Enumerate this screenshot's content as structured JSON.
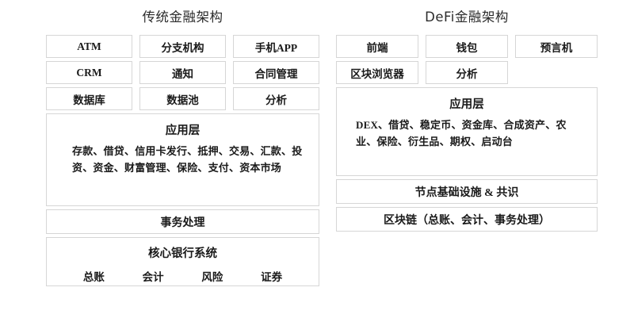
{
  "traditional": {
    "title": "传统金融架构",
    "grid_rows": [
      [
        "ATM",
        "分支机构",
        "手机APP"
      ],
      [
        "CRM",
        "通知",
        "合同管理"
      ],
      [
        "数据库",
        "数据池",
        "分析"
      ]
    ],
    "application_layer": {
      "title": "应用层",
      "body": "存款、借贷、信用卡发行、抵押、交易、汇款、投资、资金、财富管理、保险、支付、资本市场"
    },
    "transaction_bar": "事务处理",
    "core_system": {
      "title": "核心银行系统",
      "items": [
        "总账",
        "会计",
        "风险",
        "证券"
      ]
    }
  },
  "defi": {
    "title": "DeFi金融架构",
    "grid_rows": [
      [
        "前端",
        "钱包",
        "预言机"
      ],
      [
        "区块浏览器",
        "分析"
      ]
    ],
    "application_layer": {
      "title": "应用层",
      "body": "DEX、借贷、稳定币、资金库、合成资产、农业、保险、衍生品、期权、启动台"
    },
    "node_bar": "节点基础设施 & 共识",
    "blockchain_bar": "区块链（总账、会计、事务处理）"
  },
  "style": {
    "border_color": "#d6d6d6",
    "background": "#ffffff",
    "text_color": "#1a1a1a"
  }
}
